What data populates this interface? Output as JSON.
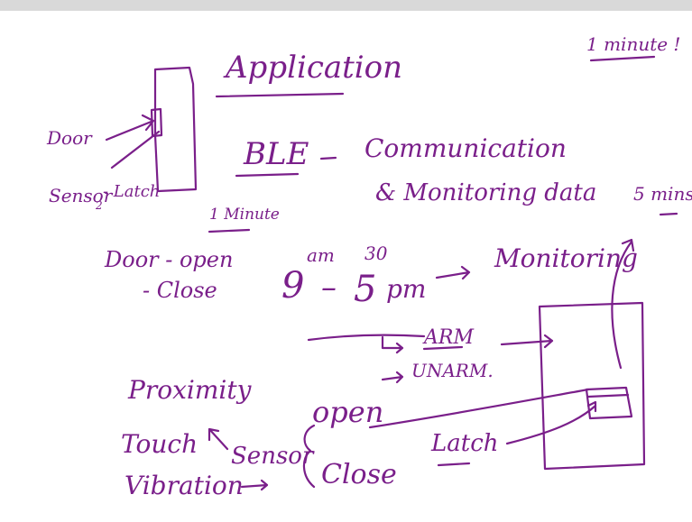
{
  "colors": {
    "ink": "#7a1f8a",
    "top_bar": "#d9d9d9",
    "background": "#ffffff"
  },
  "notes": {
    "application": "Application",
    "one_minute_top": "1 minute !",
    "ble": "BLE",
    "communication": "Communication",
    "monitoring_data": "& Monitoring data",
    "door": "Door",
    "sensor": "Sensor",
    "sensor_sub": "2",
    "latch_left": "- Latch",
    "one_minute": "1 Minute",
    "five_mins": "5 mins",
    "door_open": "Door - open",
    "door_close": "- Close",
    "time_9": "9",
    "time_am": "am",
    "time_dash": "–",
    "time_5": "5",
    "time_30": "30",
    "time_pm": "pm",
    "monitoring": "Monitoring",
    "arm": "ARM",
    "unarm": "UNARM.",
    "proximity": "Proximity",
    "touch": "Touch",
    "vibration": "Vibration",
    "sensor_word": "Sensor",
    "open": "open",
    "close": "Close",
    "latch": "Latch"
  }
}
